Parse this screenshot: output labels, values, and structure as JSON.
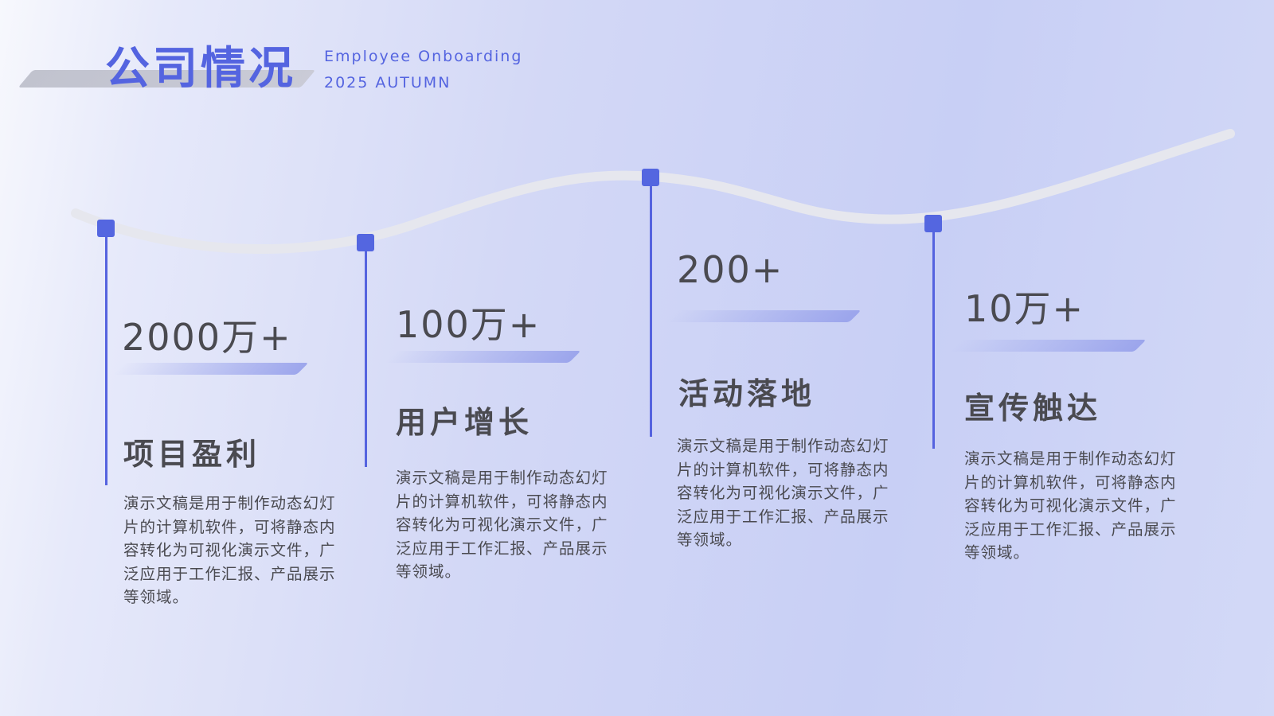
{
  "header": {
    "title": "公司情况",
    "subtitle_line1": "Employee Onboarding",
    "subtitle_line2": "2025 AUTUMN"
  },
  "colors": {
    "accent": "#5466e0",
    "text": "#4a4a50",
    "curve": "#e6e7ee"
  },
  "milestones": [
    {
      "metric": "2000万+",
      "heading": "项目盈利",
      "description": "演示文稿是用于制作动态幻灯片的计算机软件，可将静态内容转化为可视化演示文件，广泛应用于工作汇报、产品展示等领域。"
    },
    {
      "metric": "100万+",
      "heading": "用户增长",
      "description": "演示文稿是用于制作动态幻灯片的计算机软件，可将静态内容转化为可视化演示文件，广泛应用于工作汇报、产品展示等领域。"
    },
    {
      "metric": "200+",
      "heading": "活动落地",
      "description": "演示文稿是用于制作动态幻灯片的计算机软件，可将静态内容转化为可视化演示文件，广泛应用于工作汇报、产品展示等领域。"
    },
    {
      "metric": "10万+",
      "heading": "宣传触达",
      "description": "演示文稿是用于制作动态幻灯片的计算机软件，可将静态内容转化为可视化演示文件，广泛应用于工作汇报、产品展示等领域。"
    }
  ]
}
